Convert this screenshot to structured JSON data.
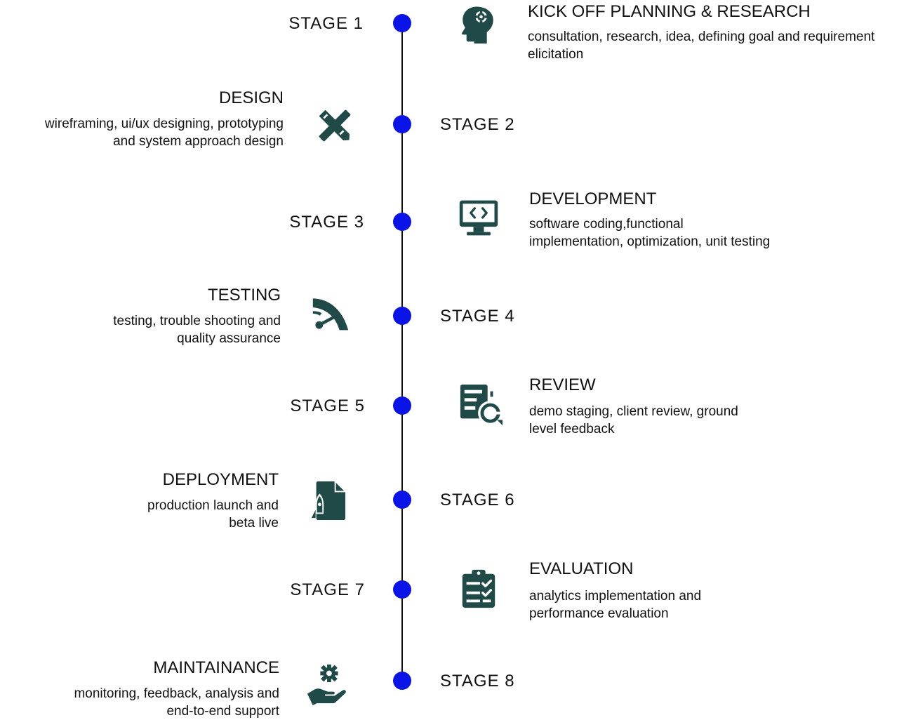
{
  "colors": {
    "dot": "#0a14e6",
    "icon": "#1f4a48",
    "line": "#111111",
    "text": "#111111"
  },
  "stages": [
    {
      "label": "STAGE 1",
      "title": "KICK OFF PLANNING & RESEARCH",
      "desc_lines": [
        "consultation, research, idea, defining goal and requirement",
        "elicitation"
      ],
      "icon": "head-gear-icon"
    },
    {
      "label": "STAGE 2",
      "title": "DESIGN",
      "desc_lines": [
        "wireframing, ui/ux designing, prototyping",
        "and system approach design"
      ],
      "icon": "ruler-pencil-icon"
    },
    {
      "label": "STAGE 3",
      "title": "DEVELOPMENT",
      "desc_lines": [
        "software coding,functional",
        "implementation, optimization, unit testing"
      ],
      "icon": "code-monitor-icon"
    },
    {
      "label": "STAGE 4",
      "title": "TESTING",
      "desc_lines": [
        "testing, trouble shooting  and",
        "quality assurance"
      ],
      "icon": "gauge-icon"
    },
    {
      "label": "STAGE 5",
      "title": "REVIEW",
      "desc_lines": [
        "demo staging, client review, ground",
        "level feedback"
      ],
      "icon": "document-review-icon"
    },
    {
      "label": "STAGE 6",
      "title": "DEPLOYMENT",
      "desc_lines": [
        "production launch and",
        "beta live"
      ],
      "icon": "rocket-document-icon"
    },
    {
      "label": "STAGE 7",
      "title": "EVALUATION",
      "desc_lines": [
        "analytics implementation and",
        "performance evaluation"
      ],
      "icon": "clipboard-check-icon"
    },
    {
      "label": "STAGE 8",
      "title": "MAINTAINANCE",
      "desc_lines": [
        "monitoring, feedback, analysis and",
        "end-to-end support"
      ],
      "icon": "hand-gear-icon"
    }
  ]
}
